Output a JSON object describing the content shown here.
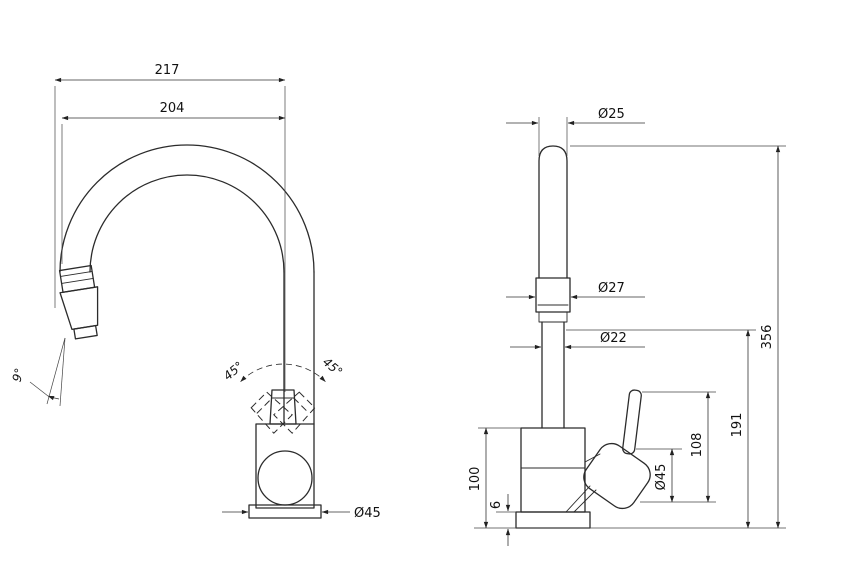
{
  "drawing": {
    "side_view": {
      "reach_total": "217",
      "reach_spout": "204",
      "nozzle_angle": "9°",
      "handle_swing_left": "45°",
      "handle_swing_right": "45°",
      "base_diameter": "Ø45"
    },
    "front_view": {
      "spout_top_diameter": "Ø25",
      "aerator_diameter": "Ø27",
      "pipe_diameter": "Ø22",
      "total_height": "356",
      "spout_outlet_height": "191",
      "lever_length": "108",
      "handle_diameter": "Ø45",
      "body_height": "100",
      "base_plate_thickness": "6"
    }
  }
}
